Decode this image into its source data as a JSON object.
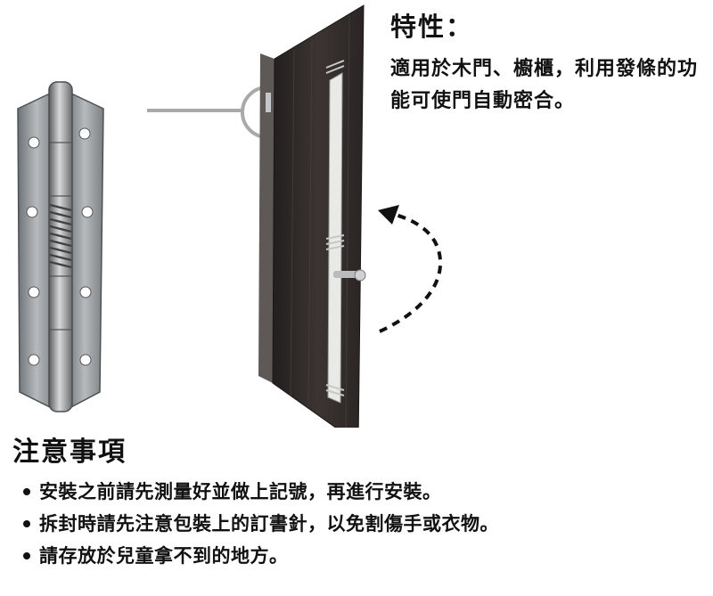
{
  "features": {
    "title": "特性：",
    "body": "適用於木門、櫥櫃，利用發條的功能可使門自動密合。"
  },
  "notice": {
    "title": "注意事項",
    "items": [
      "安裝之前請先測量好並做上記號，再進行安裝。",
      "拆封時請先注意包裝上的訂書針，以免割傷手或衣物。",
      "請存放於兒童拿不到的地方。"
    ]
  },
  "colors": {
    "door": "#2f2a28",
    "hinge": "#9a9ea1",
    "callout": "#a7a9ab",
    "text": "#111111"
  },
  "icons": [
    "spring-hinge-image",
    "door-image",
    "swing-arrow-icon"
  ]
}
